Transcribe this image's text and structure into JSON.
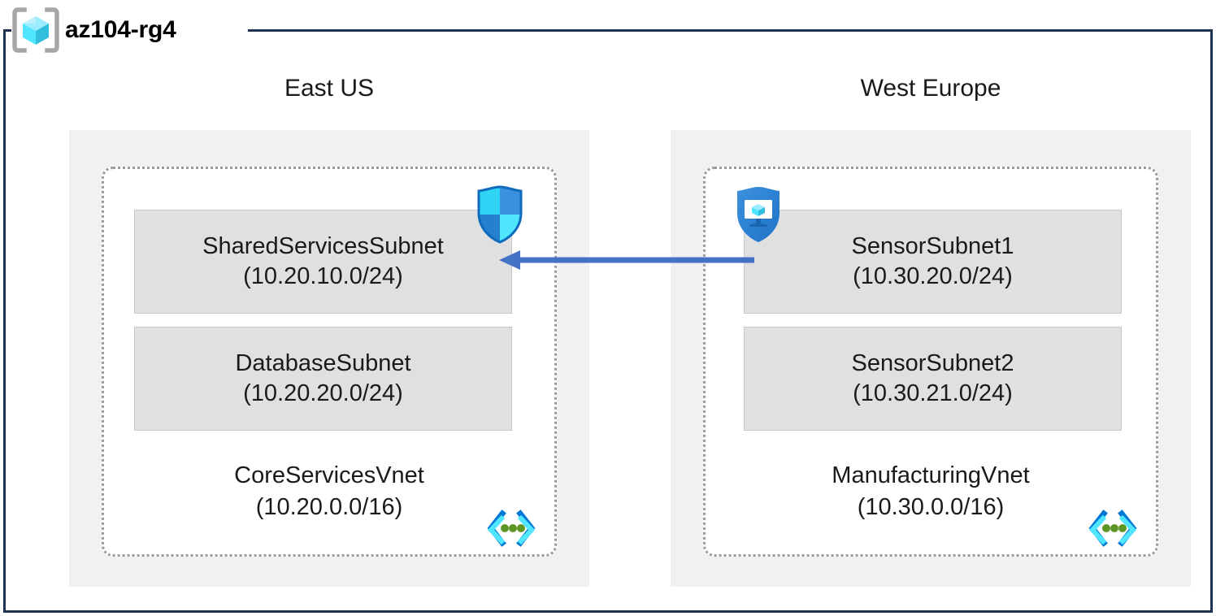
{
  "resource_group": {
    "name": "az104-rg4",
    "icon": "resource-group-cube-icon",
    "border_color": "#1F3251"
  },
  "diagram": {
    "type": "azure-network-architecture",
    "regions": [
      {
        "label": "East US",
        "vnet": {
          "name": "CoreServicesVnet",
          "cidr": "(10.20.0.0/16)",
          "icon": "virtual-network-icon",
          "subnets": [
            {
              "name": "SharedServicesSubnet",
              "cidr": "(10.20.10.0/24)",
              "attached_service": "azure-firewall-shield-icon"
            },
            {
              "name": "DatabaseSubnet",
              "cidr": "(10.20.20.0/24)",
              "attached_service": null
            }
          ]
        }
      },
      {
        "label": "West Europe",
        "vnet": {
          "name": "ManufacturingVnet",
          "cidr": "(10.30.0.0/16)",
          "icon": "virtual-network-icon",
          "subnets": [
            {
              "name": "SensorSubnet1",
              "cidr": "(10.30.20.0/24)",
              "attached_service": "azure-bastion-shield-icon"
            },
            {
              "name": "SensorSubnet2",
              "cidr": "(10.30.21.0/24)",
              "attached_service": null
            }
          ]
        }
      }
    ],
    "connections": [
      {
        "name": "vnet-peering",
        "from": "SensorSubnet1",
        "to": "SharedServicesSubnet",
        "direction": "right-to-left",
        "color": "#4472C4",
        "label": ""
      }
    ]
  },
  "colors": {
    "region_fill": "#f1f1f1",
    "vnet_fill": "#ffffff",
    "vnet_border": "#9b9b9b",
    "subnet_fill": "#e0e0e0",
    "subnet_border": "#c8c8c8",
    "arrow": "#4472C4",
    "frame": "#1F3251",
    "azure_blue": "#0078D4",
    "cyan": "#50E6FF",
    "green": "#5E9624"
  }
}
